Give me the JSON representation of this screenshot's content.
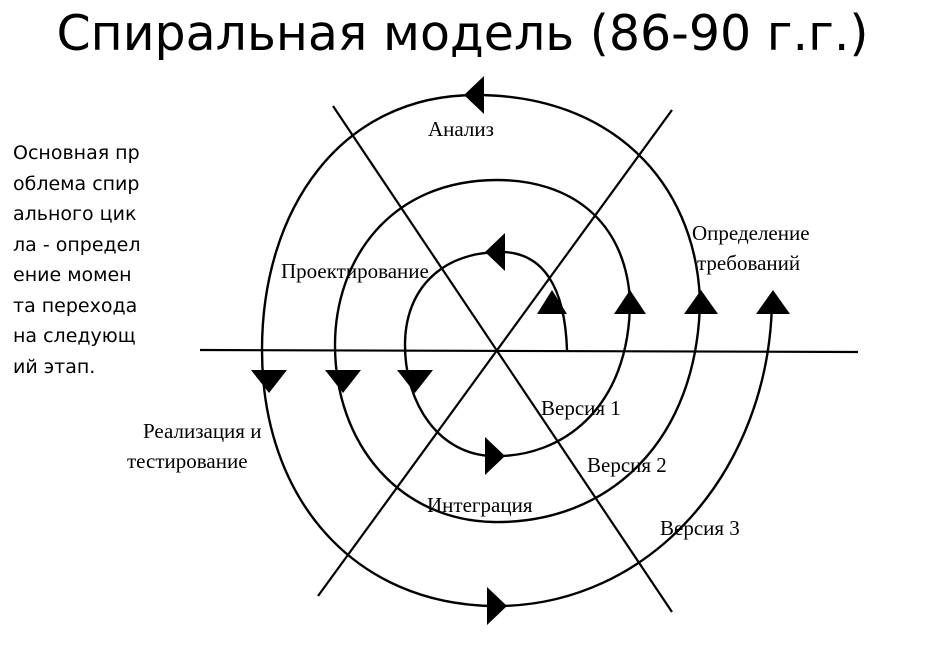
{
  "slide": {
    "title": "Спиральная модель (86-90 г.г.)",
    "note": "Основная проблема спирального цикла - определение момента перехода на следующий этап."
  },
  "diagram": {
    "phases": {
      "analysis": "Анализ",
      "requirements_line1": "Определение",
      "requirements_line2": "требований",
      "design": "Проектирование",
      "implementation_line1": "Реализация и",
      "implementation_line2": "тестирование",
      "integration": "Интеграция"
    },
    "versions": [
      "Версия 1",
      "Версия 2",
      "Версия 3"
    ]
  }
}
